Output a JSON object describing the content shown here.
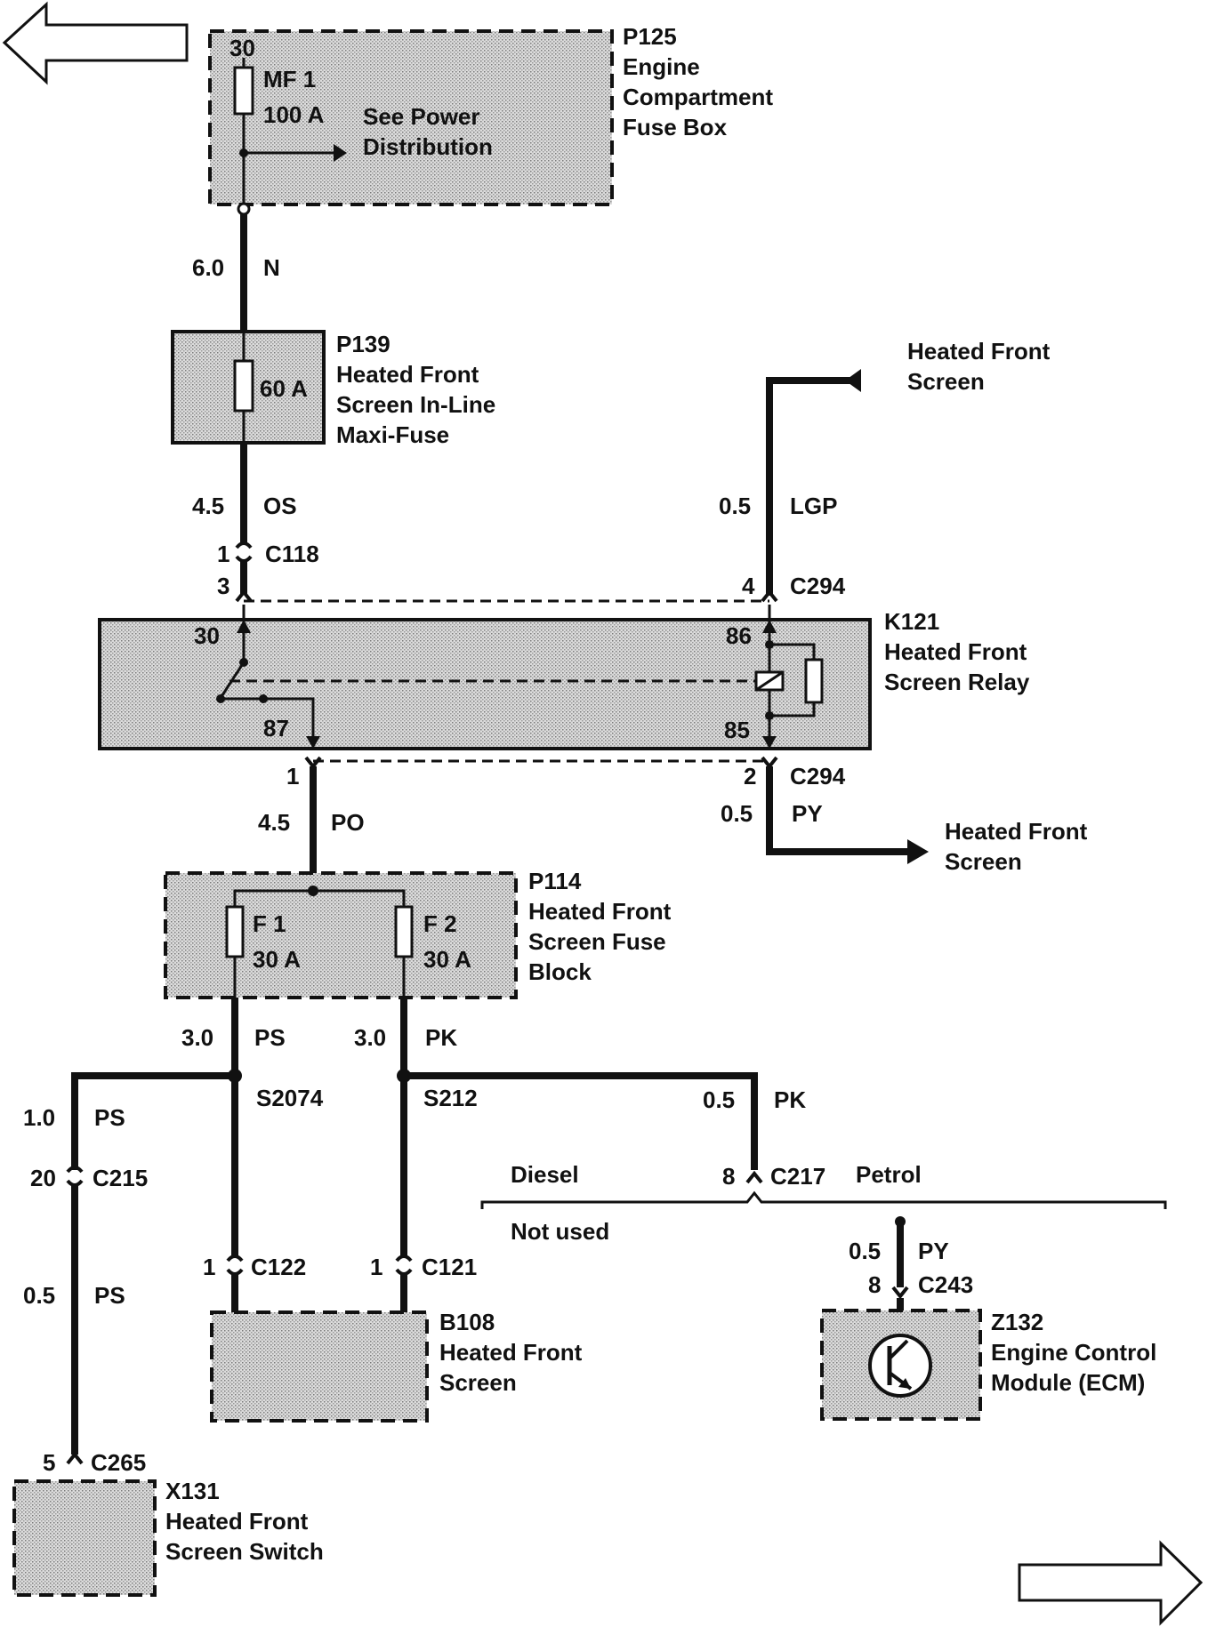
{
  "colors": {
    "ink": "#111111",
    "stipple": "#c8c8c8",
    "background": "#ffffff"
  },
  "nav": {
    "prev_icon": "left-arrow-icon",
    "next_icon": "right-arrow-icon"
  },
  "components": {
    "p125": {
      "id": "P125",
      "line1": "Engine",
      "line2": "Compartment",
      "line3": "Fuse Box",
      "pin": "30",
      "fuse_name": "MF 1",
      "fuse_rating": "100 A",
      "ref_line1": "See Power",
      "ref_line2": "Distribution"
    },
    "p139": {
      "id": "P139",
      "line1": "Heated Front",
      "line2": "Screen In-Line",
      "line3": "Maxi-Fuse",
      "rating": "60 A"
    },
    "k121": {
      "id": "K121",
      "line1": "Heated Front",
      "line2": "Screen Relay",
      "pin30": "30",
      "pin87": "87",
      "pin86": "86",
      "pin85": "85"
    },
    "p114": {
      "id": "P114",
      "line1": "Heated Front",
      "line2": "Screen Fuse",
      "line3": "Block",
      "f1_name": "F 1",
      "f1_rating": "30 A",
      "f2_name": "F 2",
      "f2_rating": "30 A"
    },
    "b108": {
      "id": "B108",
      "line1": "Heated Front",
      "line2": "Screen"
    },
    "x131": {
      "id": "X131",
      "line1": "Heated Front",
      "line2": "Screen Switch"
    },
    "z132": {
      "id": "Z132",
      "line1": "Engine Control",
      "line2": "Module (ECM)"
    }
  },
  "wires": {
    "w_n": {
      "size": "6.0",
      "color": "N"
    },
    "w_os": {
      "size": "4.5",
      "color": "OS"
    },
    "w_lgp": {
      "size": "0.5",
      "color": "LGP"
    },
    "w_po": {
      "size": "4.5",
      "color": "PO"
    },
    "w_py_top": {
      "size": "0.5",
      "color": "PY"
    },
    "w_ps_main": {
      "size": "3.0",
      "color": "PS"
    },
    "w_pk_main": {
      "size": "3.0",
      "color": "PK"
    },
    "w_ps_left": {
      "size": "1.0",
      "color": "PS"
    },
    "w_ps_low": {
      "size": "0.5",
      "color": "PS"
    },
    "w_pk_branch": {
      "size": "0.5",
      "color": "PK"
    },
    "w_py_ecm": {
      "size": "0.5",
      "color": "PY"
    }
  },
  "connectors": {
    "c118": {
      "name": "C118",
      "pin": "1"
    },
    "c294_top": {
      "name": "C294",
      "pin_left": "3",
      "pin_right": "4"
    },
    "c294_bottom": {
      "name": "C294",
      "pin_left": "1",
      "pin_right": "2"
    },
    "c215": {
      "name": "C215",
      "pin": "20"
    },
    "c217": {
      "name": "C217",
      "pin": "8"
    },
    "c122": {
      "name": "C122",
      "pin": "1"
    },
    "c121": {
      "name": "C121",
      "pin": "1"
    },
    "c243": {
      "name": "C243",
      "pin": "8"
    },
    "c265": {
      "name": "C265",
      "pin": "5"
    }
  },
  "splices": {
    "s2074": "S2074",
    "s212": "S212"
  },
  "destinations": {
    "top": {
      "line1": "Heated Front",
      "line2": "Screen"
    },
    "bottom": {
      "line1": "Heated Front",
      "line2": "Screen"
    }
  },
  "variants": {
    "diesel": "Diesel",
    "petrol": "Petrol",
    "not_used": "Not used"
  }
}
